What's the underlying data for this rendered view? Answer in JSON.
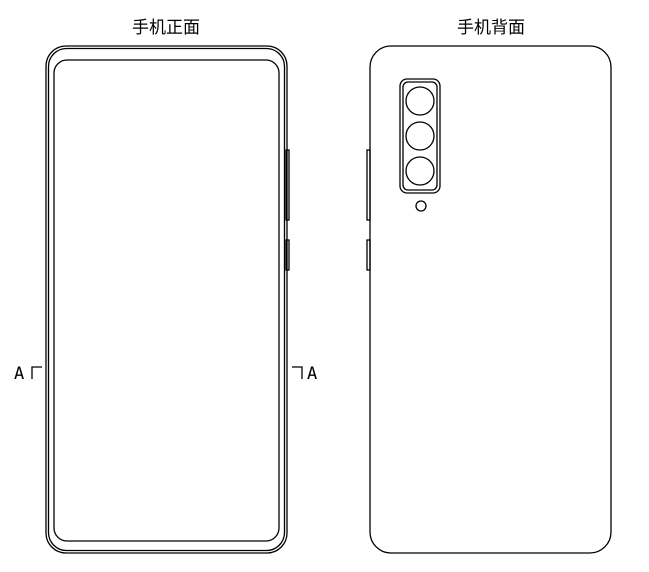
{
  "front": {
    "caption": "手机正面"
  },
  "back": {
    "caption": "手机背面"
  },
  "section": {
    "left_label": "A",
    "right_label": "A"
  },
  "colors": {
    "line": "#000000",
    "background": "#ffffff"
  }
}
